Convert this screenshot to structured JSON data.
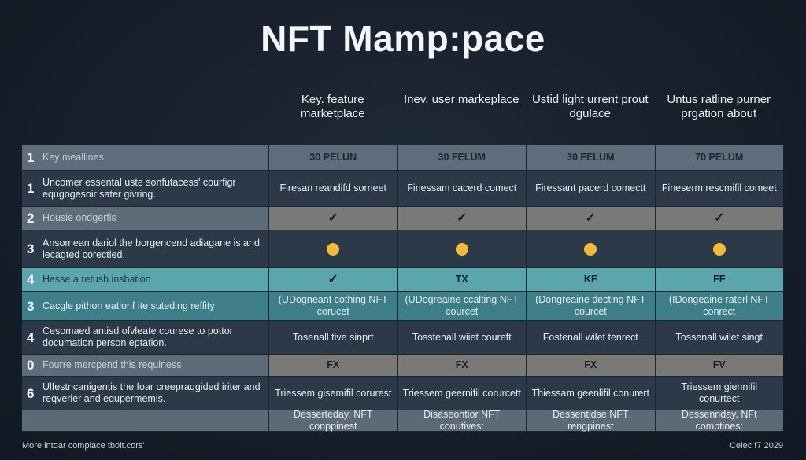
{
  "title": "NFT Mamp:pace",
  "columns": [
    "Key. feature marketplace",
    "Inev. user markeplace",
    "Ustid light urrent prout dgulace",
    "Untus ratline purner prgation about"
  ],
  "rows": [
    {
      "type": "head",
      "num": "1",
      "label": "Key meallines",
      "cells": [
        "30 PELUN",
        "30 FELUM",
        "30 FELUM",
        "70 PELUM"
      ]
    },
    {
      "type": "dark",
      "num": "1",
      "label": "Uncomer essental uste sonfutacess' courfigr equgogesoir sater givring.",
      "cells": [
        "Firesan reandifd sorneet",
        "Finessam cacerd comect",
        "Firessant pacerd comectt",
        "Fineserm rescmifil comeet"
      ]
    },
    {
      "type": "gray",
      "num": "2",
      "label": "Housie ondgerfis",
      "cells": [
        "✓",
        "✓",
        "✓",
        "✓"
      ]
    },
    {
      "type": "dark",
      "num": "3",
      "label": "Ansomean dariol the borgencend adiagane is and lecagted corectied.",
      "cells": [
        "dot",
        "dot",
        "dot",
        "dot"
      ]
    },
    {
      "type": "teal",
      "num": "4",
      "label": "Hesse a retush insbation",
      "cells": [
        "✓",
        "TX",
        "KF",
        "FF"
      ]
    },
    {
      "type": "teal2",
      "num": "3",
      "label": "Cacgle pithon eationf ite suteding reffity",
      "cells": [
        "(UDogneant cothing NFT corucet",
        "(UDogreaine ccalting NFT courcet",
        "(Dongreaine decting NFT courcet",
        "(IDongeaine raterl NFT conrect"
      ]
    },
    {
      "type": "dark",
      "num": "4",
      "label": "Cesomaed antisd ofvleate courese to pottor documation person eptation.",
      "cells": [
        "Tosenall tive sinprt",
        "Tosstenall wiiet coureft",
        "Fostenall wilet tenrect",
        "Tossenall wilet singt"
      ]
    },
    {
      "type": "gray",
      "num": "0",
      "label": "Fourre mercpend this requiness",
      "cells": [
        "FX",
        "FX",
        "FX",
        "FV"
      ]
    },
    {
      "type": "dark",
      "num": "6",
      "label": "Ulfestncanigentis the foar creepraqgided iriter and reqverier and equpermemis.",
      "cells": [
        "Triessem gisemifil corurest",
        "Triessem geernifil corurcett",
        "Thiessam geenlifil conurert",
        "Triessem giennifil conurtect"
      ]
    },
    {
      "type": "light",
      "num": "",
      "label": "",
      "cells": [
        "Desserteday. NFT conppinest",
        "Disaseontior NFT conutives:",
        "Dessentidse NFT rengpinest",
        "Dessennday. NFt comptines:"
      ]
    }
  ],
  "footer": {
    "left": "More intoar complace tbolt.cors'",
    "right": "Celec f7 2029"
  },
  "colors": {
    "accent_teal": "#5ba5ad",
    "dot": "#f5b83a"
  }
}
